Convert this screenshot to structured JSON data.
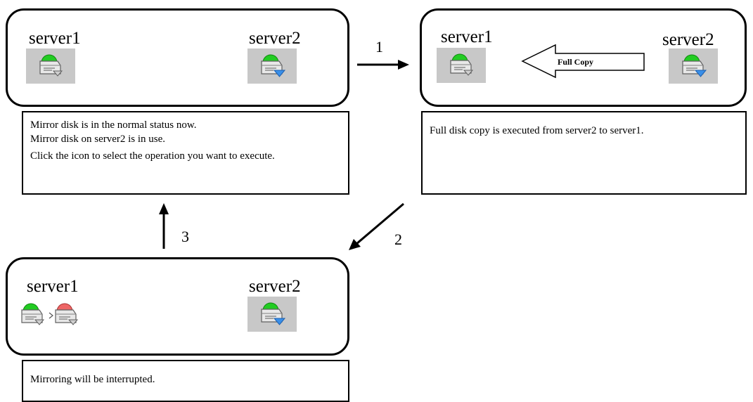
{
  "panels": {
    "top_left": {
      "server_left": "server1",
      "server_right": "server2",
      "messages": [
        "Mirror disk is in the normal status now.",
        "Mirror disk on server2 is in use.",
        "Click the icon to select the operation you want to execute."
      ]
    },
    "top_right": {
      "server_left": "server1",
      "server_right": "server2",
      "arrow_label": "Full Copy",
      "messages": [
        "Full disk copy is executed from server2 to server1."
      ]
    },
    "bottom_left": {
      "server_left": "server1",
      "server_right": "server2",
      "messages": [
        "Mirroring will be interrupted."
      ]
    }
  },
  "steps": {
    "one": "1",
    "two": "2",
    "three": "3"
  },
  "icons": {
    "normal": "mirror-disk-normal-icon",
    "active": "mirror-disk-active-icon",
    "error": "mirror-disk-error-icon",
    "transition": "transition-chevron-icon"
  },
  "colors": {
    "disk_normal": "#22cc22",
    "disk_error": "#ee6666",
    "active_indicator": "#3a8fe8",
    "icon_background": "#c8c8c8"
  }
}
